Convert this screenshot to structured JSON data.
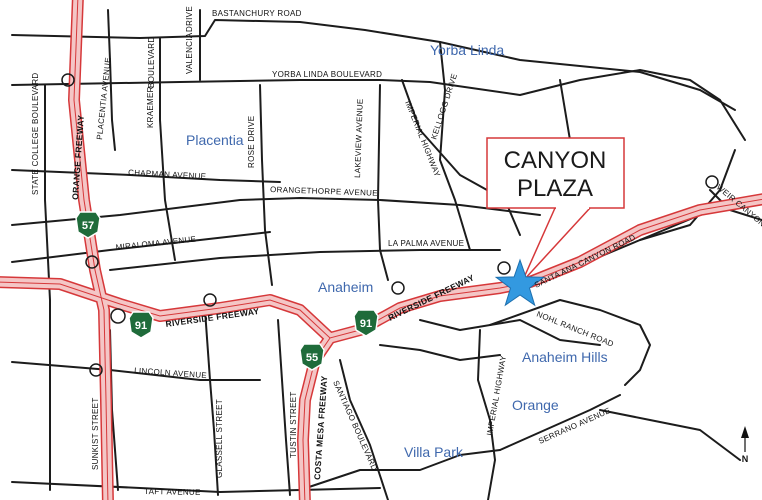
{
  "callout": {
    "line1": "CANYON",
    "line2": "PLAZA"
  },
  "areas": {
    "yorba_linda": "Yorba Linda",
    "placentia": "Placentia",
    "anaheim": "Anaheim",
    "anaheim_hills": "Anaheim Hills",
    "orange": "Orange",
    "villa_park": "Villa Park"
  },
  "streets": {
    "bastanchury": "BASTANCHURY ROAD",
    "yorba_linda_blvd": "YORBA LINDA BOULEVARD",
    "chapman": "CHAPMAN AVENUE",
    "orangethorpe": "ORANGETHORPE AVENUE",
    "miraloma": "MIRALOMA AVENUE",
    "la_palma": "LA PALMA AVENUE",
    "lincoln": "LINCOLN AVENUE",
    "taft": "TAFT AVENUE",
    "state_college": "STATE COLLEGE BOULEVARD",
    "placentia_ave": "PLACENTIA AVENUE",
    "kraemer": "KRAEMER",
    "boulevard": "BOULEVARD",
    "valencia": "VALENCIA",
    "drive": "DRIVE",
    "rose_drive": "ROSE DRIVE",
    "lakeview": "LAKEVIEW AVENUE",
    "imperial_hwy_north": "IMPERIAL HIGHWAY",
    "kellogg": "KELLOGG DRIVE",
    "weir_canyon": "WEIR CANYON ROAD",
    "santa_ana_canyon": "SANTA ANA CANYON ROAD",
    "nohl_ranch": "NOHL RANCH ROAD",
    "imperial_hwy_south": "IMPERIAL HIGHWAY",
    "serrano": "SERRANO AVENUE",
    "sunkist": "SUNKIST STREET",
    "glassell": "GLASSELL STREET",
    "tustin": "TUSTIN STREET",
    "santiago": "SANTIAGO BOULEVARD"
  },
  "freeways": {
    "orange_fwy": "ORANGE FREEWAY",
    "riverside_fwy_west": "RIVERSIDE FREEWAY",
    "riverside_fwy_east": "RIVERSIDE FREEWAY",
    "costa_mesa_fwy": "COSTA MESA FREEWAY"
  },
  "shields": {
    "route_57": "57",
    "route_91_west": "91",
    "route_91_east": "91",
    "route_55": "55"
  },
  "north_arrow": "N",
  "colors": {
    "freeway_fill": "#f4c6c6",
    "freeway_outline": "#d6383a",
    "road": "#1c1c1c",
    "area_label": "#3f68ad",
    "shield": "#1f6b3a",
    "star": "#3399e0",
    "callout_border": "#d6383a"
  }
}
